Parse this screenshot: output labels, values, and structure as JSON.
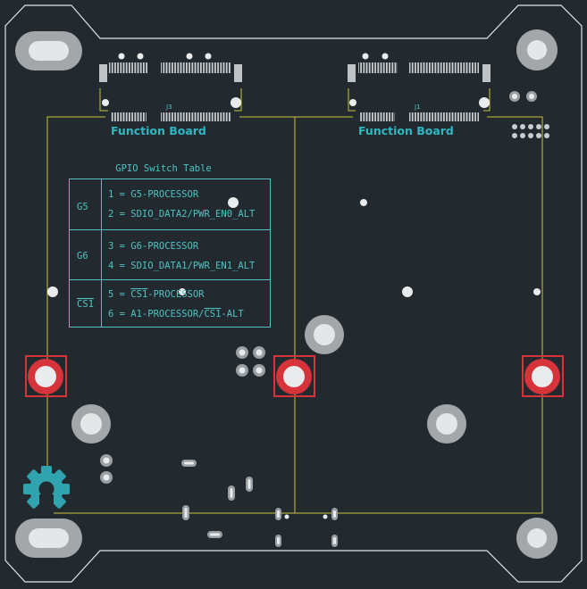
{
  "colors": {
    "background": "#232a2f",
    "board_outline": "#dfe3e6",
    "silkscreen": "#4fc3c3",
    "fab_line": "#c9c43e",
    "pad_grey": "#9a9fa3",
    "pad_white": "#e9ebec",
    "switch_red": "#d6333b"
  },
  "connectors": [
    {
      "ref": "J3",
      "label": "Function Board"
    },
    {
      "ref": "J1",
      "label": "Function Board"
    }
  ],
  "gpio_table": {
    "title": "GPIO Switch Table",
    "rows": [
      {
        "name": "G5",
        "overline": false,
        "options": [
          "1 = G5-PROCESSOR",
          "2 = SDIO_DATA2/PWR_EN0_ALT"
        ]
      },
      {
        "name": "G6",
        "overline": false,
        "options": [
          "3 = G6-PROCESSOR",
          "4 = SDIO_DATA1/PWR_EN1_ALT"
        ]
      }
    ],
    "cs_row": {
      "name": "CS1",
      "line1_prefix": "5 = ",
      "line1_over": "CS1",
      "line1_suffix": "-PROCESSOR",
      "line2_prefix": "6 = A1-PROCESSOR/",
      "line2_over": "CS1",
      "line2_suffix": "-ALT"
    }
  },
  "logo_icon": "gear-icon"
}
